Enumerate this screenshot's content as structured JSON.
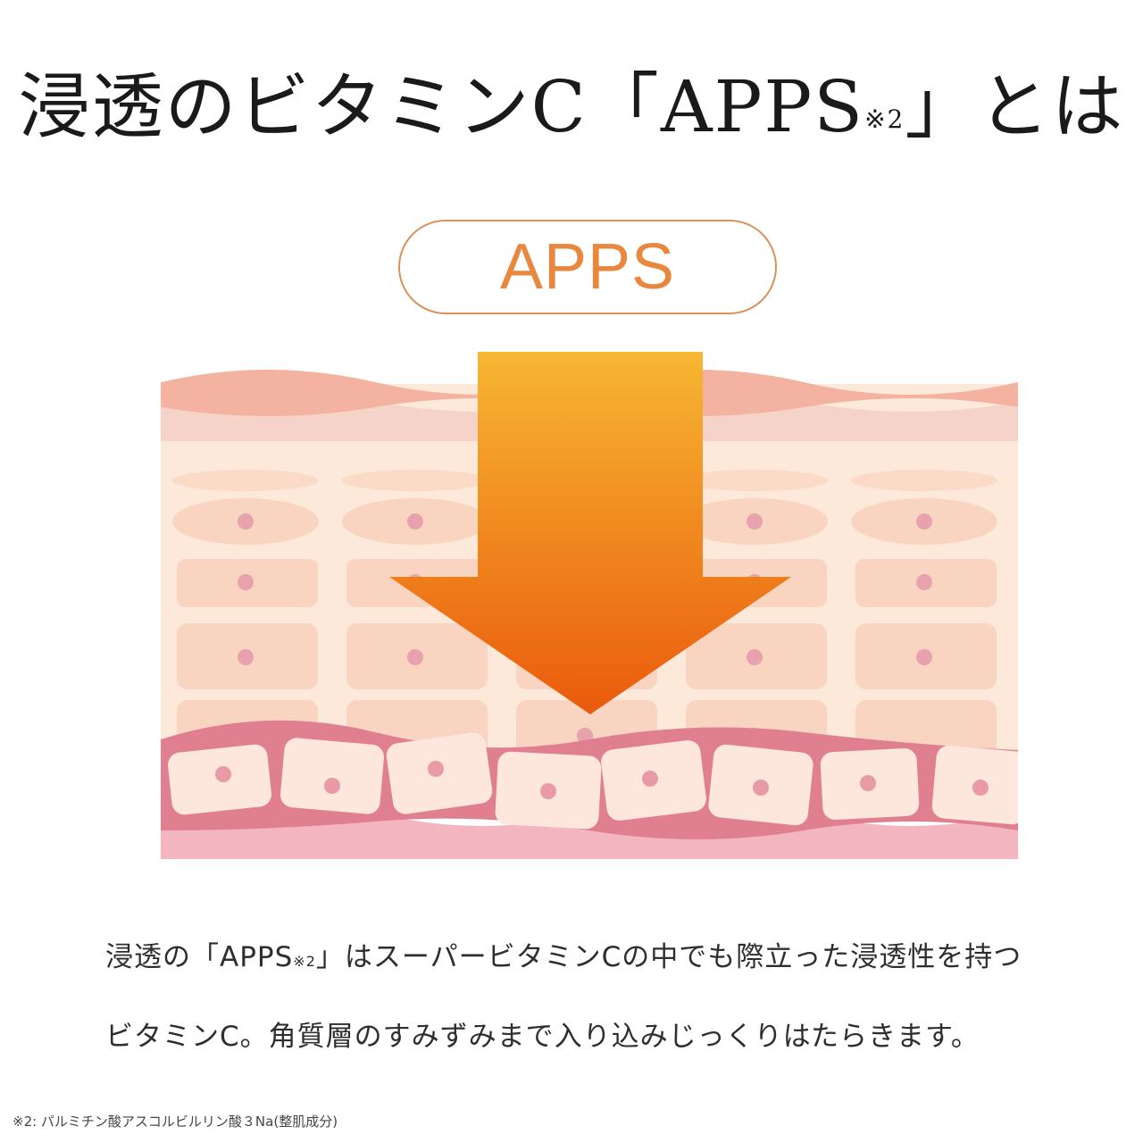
{
  "title": {
    "main": "浸透のビタミンC「APPS",
    "sup": "※2",
    "end": "」とは"
  },
  "pill": {
    "label": "APPS"
  },
  "body": {
    "line1_pre": "浸透の「APPS",
    "line1_sup": "※2",
    "line1_post": "」はスーパービタミンCの中でも際立った浸透性を持つ",
    "line2": "ビタミンC。角質層のすみずみまで入り込みじっくりはたらきます。"
  },
  "footnote": "※2: パルミチン酸アスコルビルリン酸３Na(整肌成分)",
  "colors": {
    "accent": "#e8873d",
    "pill_border": "#d9925c",
    "arrow_top": "#f7b733",
    "arrow_bottom": "#ea5a0c",
    "skin_top": "#f3b3a0",
    "skin_band": "#f6d3c8",
    "cell_bg": "#fde9d9",
    "cell": "#f9d4c1",
    "cell_dot": "#e7a2ae",
    "basal": "#e07f90",
    "basal_cell": "#fde6dc"
  },
  "icons": {
    "arrow": "down-arrow-icon"
  }
}
